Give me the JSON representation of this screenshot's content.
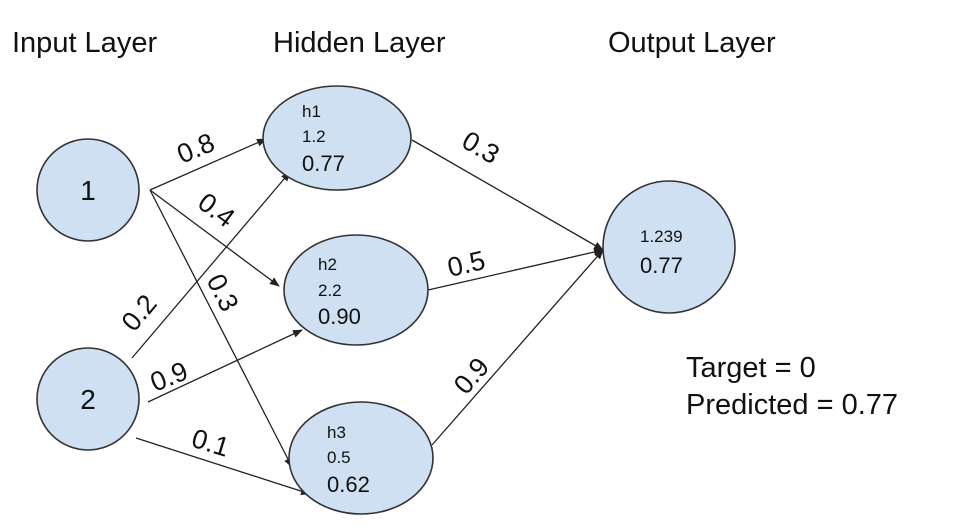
{
  "layers": {
    "input": "Input Layer",
    "hidden": "Hidden Layer",
    "output": "Output Layer"
  },
  "input_nodes": {
    "n1": "1",
    "n2": "2"
  },
  "hidden_nodes": {
    "h1": {
      "name": "h1",
      "sum": "1.2",
      "activation": "0.77"
    },
    "h2": {
      "name": "h2",
      "sum": "2.2",
      "activation": "0.90"
    },
    "h3": {
      "name": "h3",
      "sum": "0.5",
      "activation": "0.62"
    }
  },
  "output_node": {
    "sum": "1.239",
    "activation": "0.77"
  },
  "weights": {
    "i1_h1": "0.8",
    "i1_h2": "0.4",
    "i1_h3": "0.3",
    "i2_h1": "0.2",
    "i2_h2": "0.9",
    "i2_h3": "0.1",
    "h1_o": "0.3",
    "h2_o": "0.5",
    "h3_o": "0.9"
  },
  "summary": {
    "target": "Target = 0",
    "predicted": "Predicted = 0.77"
  },
  "colors": {
    "node_fill": "#cfe0f3",
    "node_stroke": "#333333",
    "edge": "#222222"
  }
}
